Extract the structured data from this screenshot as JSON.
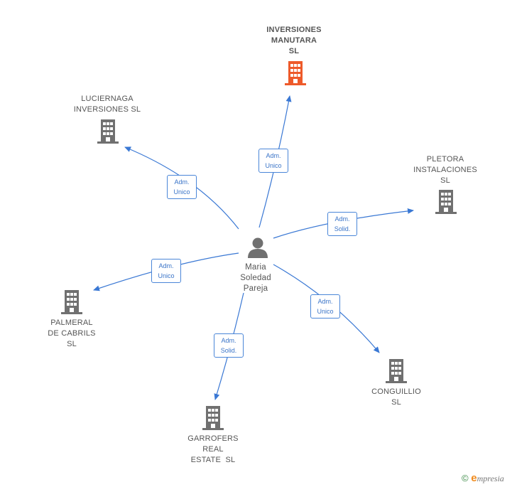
{
  "center": {
    "lines": [
      "Maria",
      "Soledad",
      "Pareja"
    ]
  },
  "nodes": {
    "inversiones": {
      "lines": [
        "INVERSIONES",
        "MANUTARA",
        "SL"
      ]
    },
    "luciernaga": {
      "lines": [
        "LUCIERNAGA",
        "INVERSIONES SL"
      ]
    },
    "pletora": {
      "lines": [
        "PLETORA",
        "INSTALACIONES",
        "SL"
      ]
    },
    "palmeral": {
      "lines": [
        "PALMERAL",
        "DE CABRILS",
        "SL"
      ]
    },
    "conguillio": {
      "lines": [
        "CONGUILLIO",
        "SL"
      ]
    },
    "garrofers": {
      "lines": [
        "GARROFERS",
        "REAL",
        "ESTATE  SL"
      ]
    }
  },
  "edges": {
    "inversiones": [
      "Adm.",
      "Unico"
    ],
    "luciernaga": [
      "Adm.",
      "Unico"
    ],
    "pletora": [
      "Adm.",
      "Solid."
    ],
    "palmeral": [
      "Adm.",
      "Unico"
    ],
    "conguillio": [
      "Adm.",
      "Unico"
    ],
    "garrofers": [
      "Adm.",
      "Solid."
    ]
  },
  "footer": {
    "copyright": "©",
    "brand_initial": "e",
    "brand_rest": "mpresia"
  },
  "colors": {
    "highlight": "#ee5a2a",
    "building": "#707070",
    "edge": "#3a78d4",
    "person": "#707070"
  },
  "icons": {
    "company": "building-icon",
    "person": "person-icon"
  }
}
